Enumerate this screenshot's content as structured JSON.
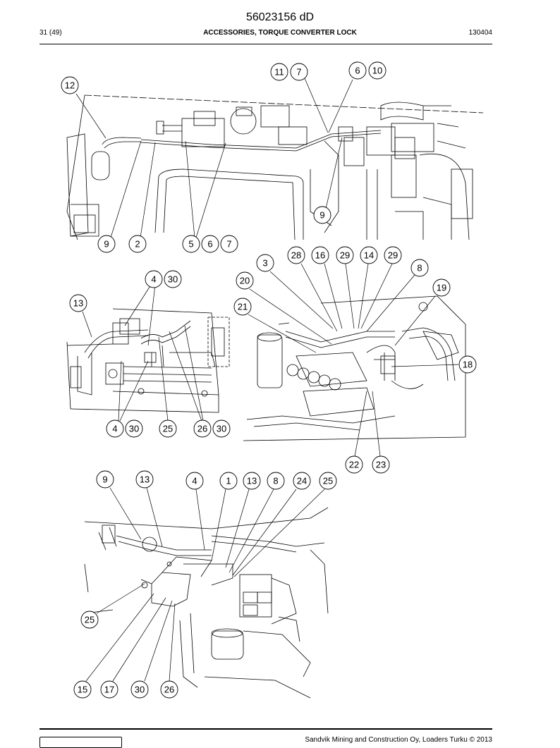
{
  "document": {
    "doc_number": "56023156 dD",
    "page": "31 (49)",
    "section_title": "ACCESSORIES, TORQUE CONVERTER LOCK",
    "ref_code": "130404",
    "footer": "Sandvik Mining and Construction Oy, Loaders Turku © 2013"
  },
  "callouts": {
    "upper": [
      "12",
      "11",
      "7",
      "6",
      "10",
      "9",
      "9",
      "2",
      "5",
      "6",
      "7"
    ],
    "mid_left": [
      "13",
      "4",
      "30",
      "4",
      "30",
      "25",
      "26",
      "30"
    ],
    "mid_right": [
      "3",
      "28",
      "16",
      "29",
      "14",
      "29",
      "8",
      "20",
      "19",
      "21",
      "18",
      "22",
      "23"
    ],
    "lower": [
      "9",
      "13",
      "4",
      "1",
      "13",
      "8",
      "24",
      "25",
      "25",
      "15",
      "17",
      "30",
      "26"
    ]
  }
}
